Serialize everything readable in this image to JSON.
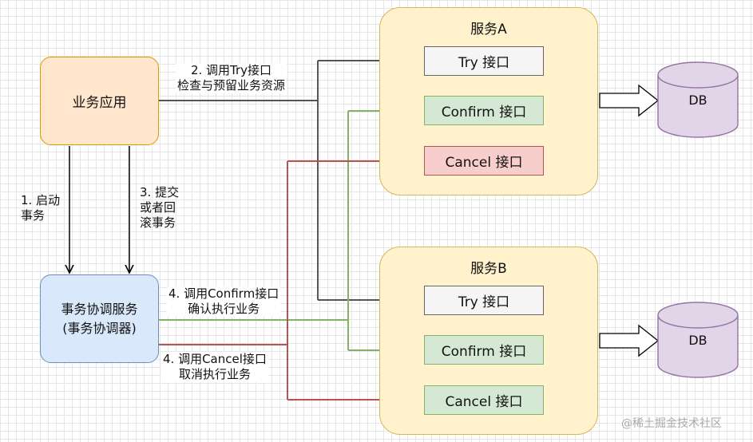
{
  "nodes": {
    "business_app": "业务应用",
    "coordinator": [
      "事务协调服务",
      "(事务协调器)"
    ],
    "service_a": {
      "title": "服务A",
      "try": "Try 接口",
      "confirm": "Confirm 接口",
      "cancel": "Cancel 接口"
    },
    "service_b": {
      "title": "服务B",
      "try": "Try 接口",
      "confirm": "Confirm 接口",
      "cancel": "Cancel 接口"
    },
    "db_a": "DB",
    "db_b": "DB"
  },
  "edges": {
    "step1": [
      "1. 启动",
      "事务"
    ],
    "step2": [
      "2. 调用Try接口",
      "检查与预留业务资源"
    ],
    "step3": [
      "3. 提交",
      "或者回",
      "滚事务"
    ],
    "step4_confirm": [
      "4. 调用Confirm接口",
      "确认执行业务"
    ],
    "step4_cancel": [
      "4. 调用Cancel接口",
      "取消执行业务"
    ]
  },
  "watermark": "@稀土掘金技术社区",
  "colors": {
    "gray_line": "#555555",
    "green_line": "#82b366",
    "red_line": "#b85450",
    "app_fill": "#ffe6cc",
    "coordinator_fill": "#dae8fc",
    "service_fill": "#fff2cc",
    "db_fill": "#e1d5e7",
    "db_stroke": "#9673a6"
  }
}
